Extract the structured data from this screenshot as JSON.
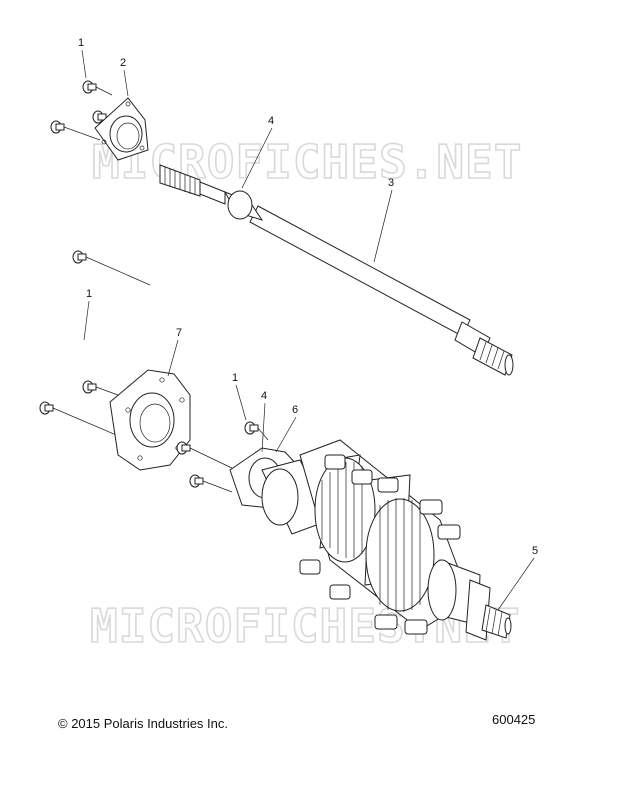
{
  "callouts": {
    "c1a": "1",
    "c2": "2",
    "c4a": "4",
    "c3": "3",
    "c1b": "1",
    "c7": "7",
    "c1c": "1",
    "c4b": "4",
    "c6": "6",
    "c5": "5"
  },
  "watermark": {
    "top": "MICROFICHES.NET",
    "bottom": "MICROFICHES.NET"
  },
  "footer": {
    "copyright": "© 2015 Polaris Industries Inc.",
    "part_number": "600425"
  },
  "colors": {
    "line": "#222222",
    "watermark": "#d9d9d9"
  }
}
